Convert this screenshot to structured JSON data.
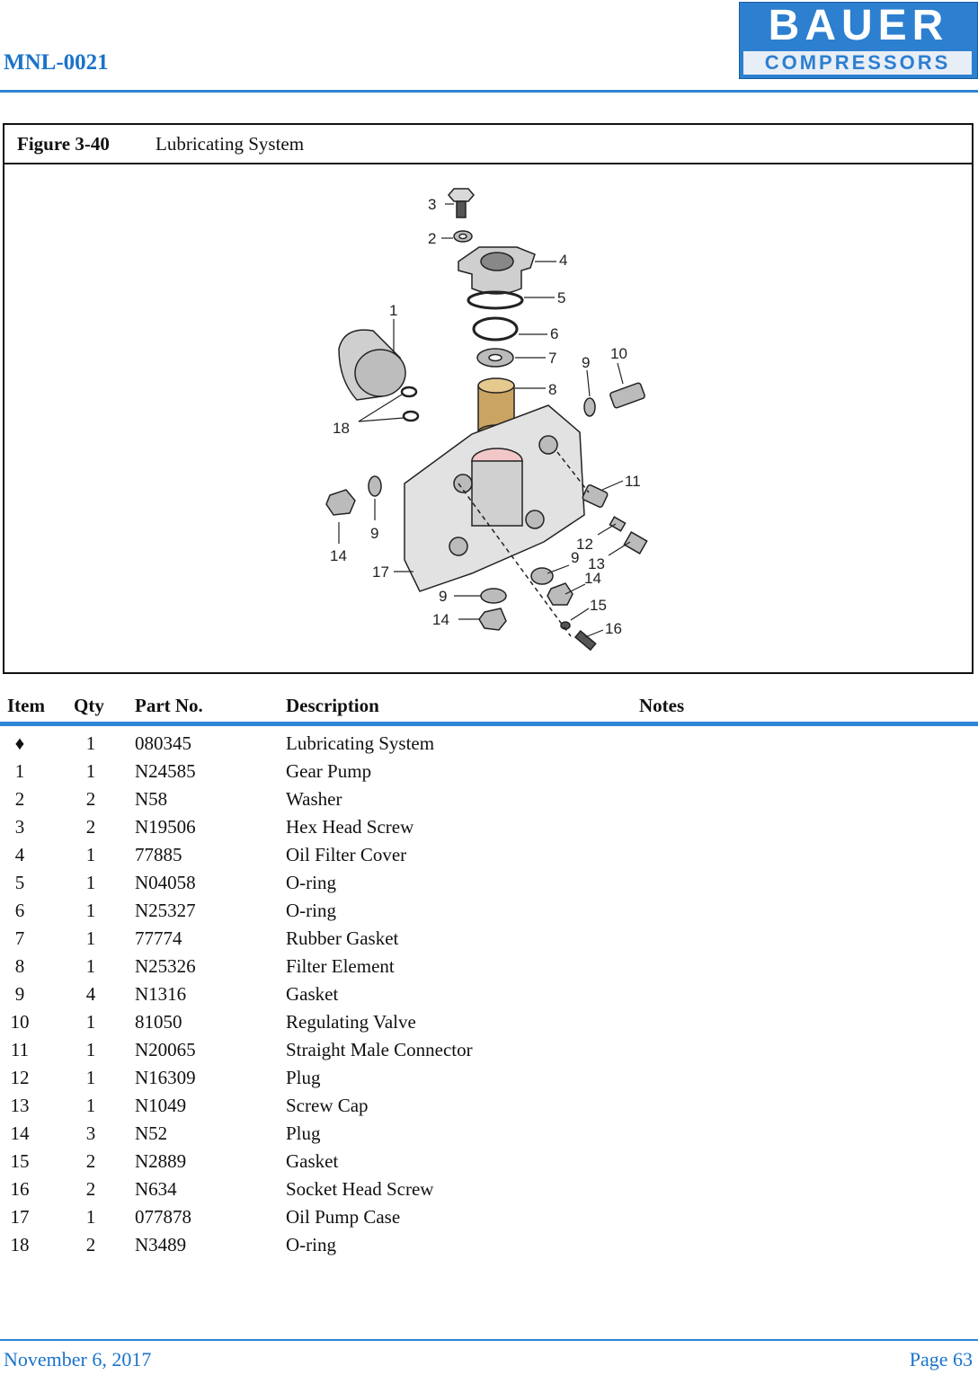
{
  "header": {
    "doc_id": "MNL-0021",
    "logo_top": "BAUER",
    "logo_bottom": "COMPRESSORS"
  },
  "figure": {
    "number": "Figure 3-40",
    "title": "Lubricating System",
    "callouts": [
      "3",
      "2",
      "4",
      "5",
      "1",
      "6",
      "7",
      "9",
      "10",
      "8",
      "18",
      "11",
      "9",
      "14",
      "12",
      "9",
      "13",
      "14",
      "17",
      "9",
      "15",
      "14",
      "16"
    ]
  },
  "table": {
    "headers": {
      "item": "Item",
      "qty": "Qty",
      "part": "Part No.",
      "desc": "Description",
      "notes": "Notes"
    },
    "rows": [
      {
        "item": "♦",
        "qty": "1",
        "part": "080345",
        "desc": "Lubricating System"
      },
      {
        "item": "1",
        "qty": "1",
        "part": "N24585",
        "desc": "Gear Pump"
      },
      {
        "item": "2",
        "qty": "2",
        "part": "N58",
        "desc": "Washer"
      },
      {
        "item": "3",
        "qty": "2",
        "part": "N19506",
        "desc": "Hex Head Screw"
      },
      {
        "item": "4",
        "qty": "1",
        "part": "77885",
        "desc": "Oil Filter Cover"
      },
      {
        "item": "5",
        "qty": "1",
        "part": "N04058",
        "desc": "O-ring"
      },
      {
        "item": "6",
        "qty": "1",
        "part": "N25327",
        "desc": "O-ring"
      },
      {
        "item": "7",
        "qty": "1",
        "part": "77774",
        "desc": "Rubber Gasket"
      },
      {
        "item": "8",
        "qty": "1",
        "part": "N25326",
        "desc": "Filter Element"
      },
      {
        "item": "9",
        "qty": "4",
        "part": "N1316",
        "desc": "Gasket"
      },
      {
        "item": "10",
        "qty": "1",
        "part": "81050",
        "desc": "Regulating Valve"
      },
      {
        "item": "11",
        "qty": "1",
        "part": "N20065",
        "desc": "Straight Male Connector"
      },
      {
        "item": "12",
        "qty": "1",
        "part": "N16309",
        "desc": "Plug"
      },
      {
        "item": "13",
        "qty": "1",
        "part": "N1049",
        "desc": "Screw Cap"
      },
      {
        "item": "14",
        "qty": "3",
        "part": "N52",
        "desc": "Plug"
      },
      {
        "item": "15",
        "qty": "2",
        "part": "N2889",
        "desc": "Gasket"
      },
      {
        "item": "16",
        "qty": "2",
        "part": "N634",
        "desc": "Socket Head Screw"
      },
      {
        "item": "17",
        "qty": "1",
        "part": "077878",
        "desc": "Oil Pump Case"
      },
      {
        "item": "18",
        "qty": "2",
        "part": "N3489",
        "desc": "O-ring"
      }
    ]
  },
  "footer": {
    "date": "November 6, 2017",
    "page": "Page 63"
  }
}
